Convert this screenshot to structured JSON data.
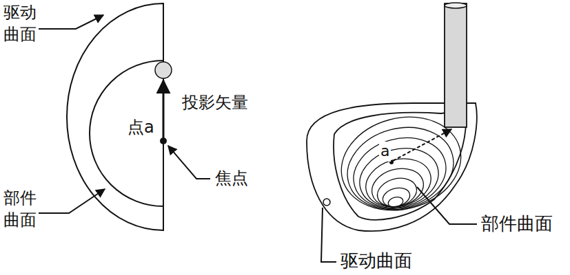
{
  "diagram": {
    "labels": [
      "驱动曲面",
      "投影矢量",
      "点a",
      "焦点",
      "部件曲面",
      "a",
      "部件曲面",
      "驱动曲面"
    ]
  }
}
